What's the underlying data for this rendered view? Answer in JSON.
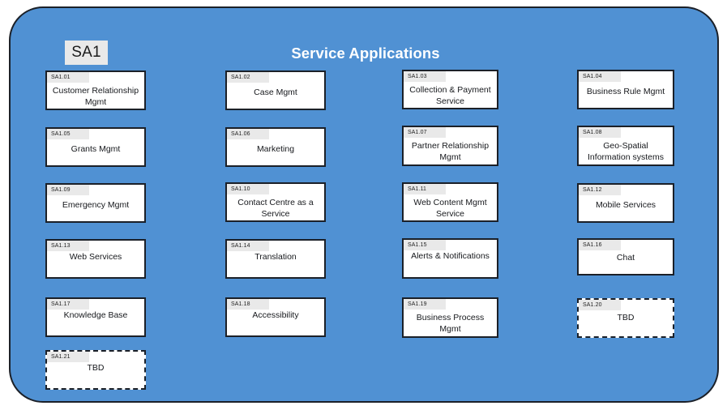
{
  "panel": {
    "title": "Service Applications",
    "chip_label": "SA1",
    "background_color": "#5091D3",
    "border_color": "#1b2028"
  },
  "cards": [
    {
      "tag": "SA1.01",
      "label": "Customer Relationship\nMgmt",
      "style": "solid"
    },
    {
      "tag": "SA1.02",
      "label": "Case  Mgmt",
      "style": "solid"
    },
    {
      "tag": "SA1.03",
      "label": "Collection & Payment\nService",
      "style": "solid"
    },
    {
      "tag": "SA1.04",
      "label": "Business Rule Mgmt",
      "style": "solid"
    },
    {
      "tag": "SA1.05",
      "label": "Grants Mgmt",
      "style": "solid"
    },
    {
      "tag": "SA1.06",
      "label": "Marketing",
      "style": "solid"
    },
    {
      "tag": "SA1.07",
      "label": "Partner Relationship\nMgmt",
      "style": "solid"
    },
    {
      "tag": "SA1.08",
      "label": "Geo-Spatial\nInformation systems",
      "style": "solid"
    },
    {
      "tag": "SA1.09",
      "label": "Emergency Mgmt",
      "style": "solid"
    },
    {
      "tag": "SA1.10",
      "label": "Contact Centre as a\nService",
      "style": "solid"
    },
    {
      "tag": "SA1.11",
      "label": "Web Content Mgmt\nService",
      "style": "solid"
    },
    {
      "tag": "SA1.12",
      "label": "Mobile Services",
      "style": "solid"
    },
    {
      "tag": "SA1.13",
      "label": "Web Services",
      "style": "solid"
    },
    {
      "tag": "SA1.14",
      "label": "Translation",
      "style": "solid"
    },
    {
      "tag": "SA1.15",
      "label": "Alerts & Notifications",
      "style": "solid"
    },
    {
      "tag": "SA1.16",
      "label": "Chat",
      "style": "solid"
    },
    {
      "tag": "SA1.17",
      "label": "Knowledge Base",
      "style": "solid"
    },
    {
      "tag": "SA1.18",
      "label": "Accessibility",
      "style": "solid"
    },
    {
      "tag": "SA1.19",
      "label": "Business Process\nMgmt",
      "style": "solid"
    },
    {
      "tag": "SA1.20",
      "label": "TBD",
      "style": "dashed"
    },
    {
      "tag": "SA1.21",
      "label": "TBD",
      "style": "dashed"
    }
  ]
}
